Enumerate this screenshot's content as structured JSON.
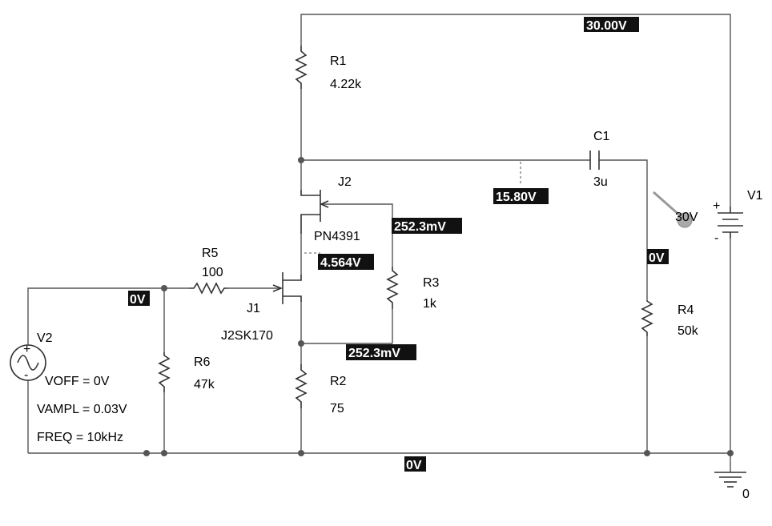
{
  "components": {
    "r1": {
      "name": "R1",
      "value": "4.22k"
    },
    "r2": {
      "name": "R2",
      "value": "75"
    },
    "r3": {
      "name": "R3",
      "value": "1k"
    },
    "r4": {
      "name": "R4",
      "value": "50k"
    },
    "r5": {
      "name": "R5",
      "value": "100"
    },
    "r6": {
      "name": "R6",
      "value": "47k"
    },
    "c1": {
      "name": "C1",
      "value": "3u"
    },
    "j1": {
      "name": "J1",
      "model": "J2SK170"
    },
    "j2": {
      "name": "J2",
      "model": "PN4391"
    },
    "v1": {
      "name": "V1",
      "value": "30V"
    },
    "v2": {
      "name": "V2",
      "voff": "VOFF = 0V",
      "vampl": "VAMPL = 0.03V",
      "freq": "FREQ = 10kHz"
    },
    "ground": {
      "name": "0"
    }
  },
  "voltage_markers": {
    "supply": "30.00V",
    "drain": "15.80V",
    "j2_source": "252.3mV",
    "j1_drain": "4.564V",
    "j1_source": "252.3mV",
    "input": "0V",
    "output": "0V",
    "ground": "0V"
  },
  "colors": {
    "wire": "#555555",
    "marker_bg": "#111111",
    "marker_text": "#ffffff"
  }
}
